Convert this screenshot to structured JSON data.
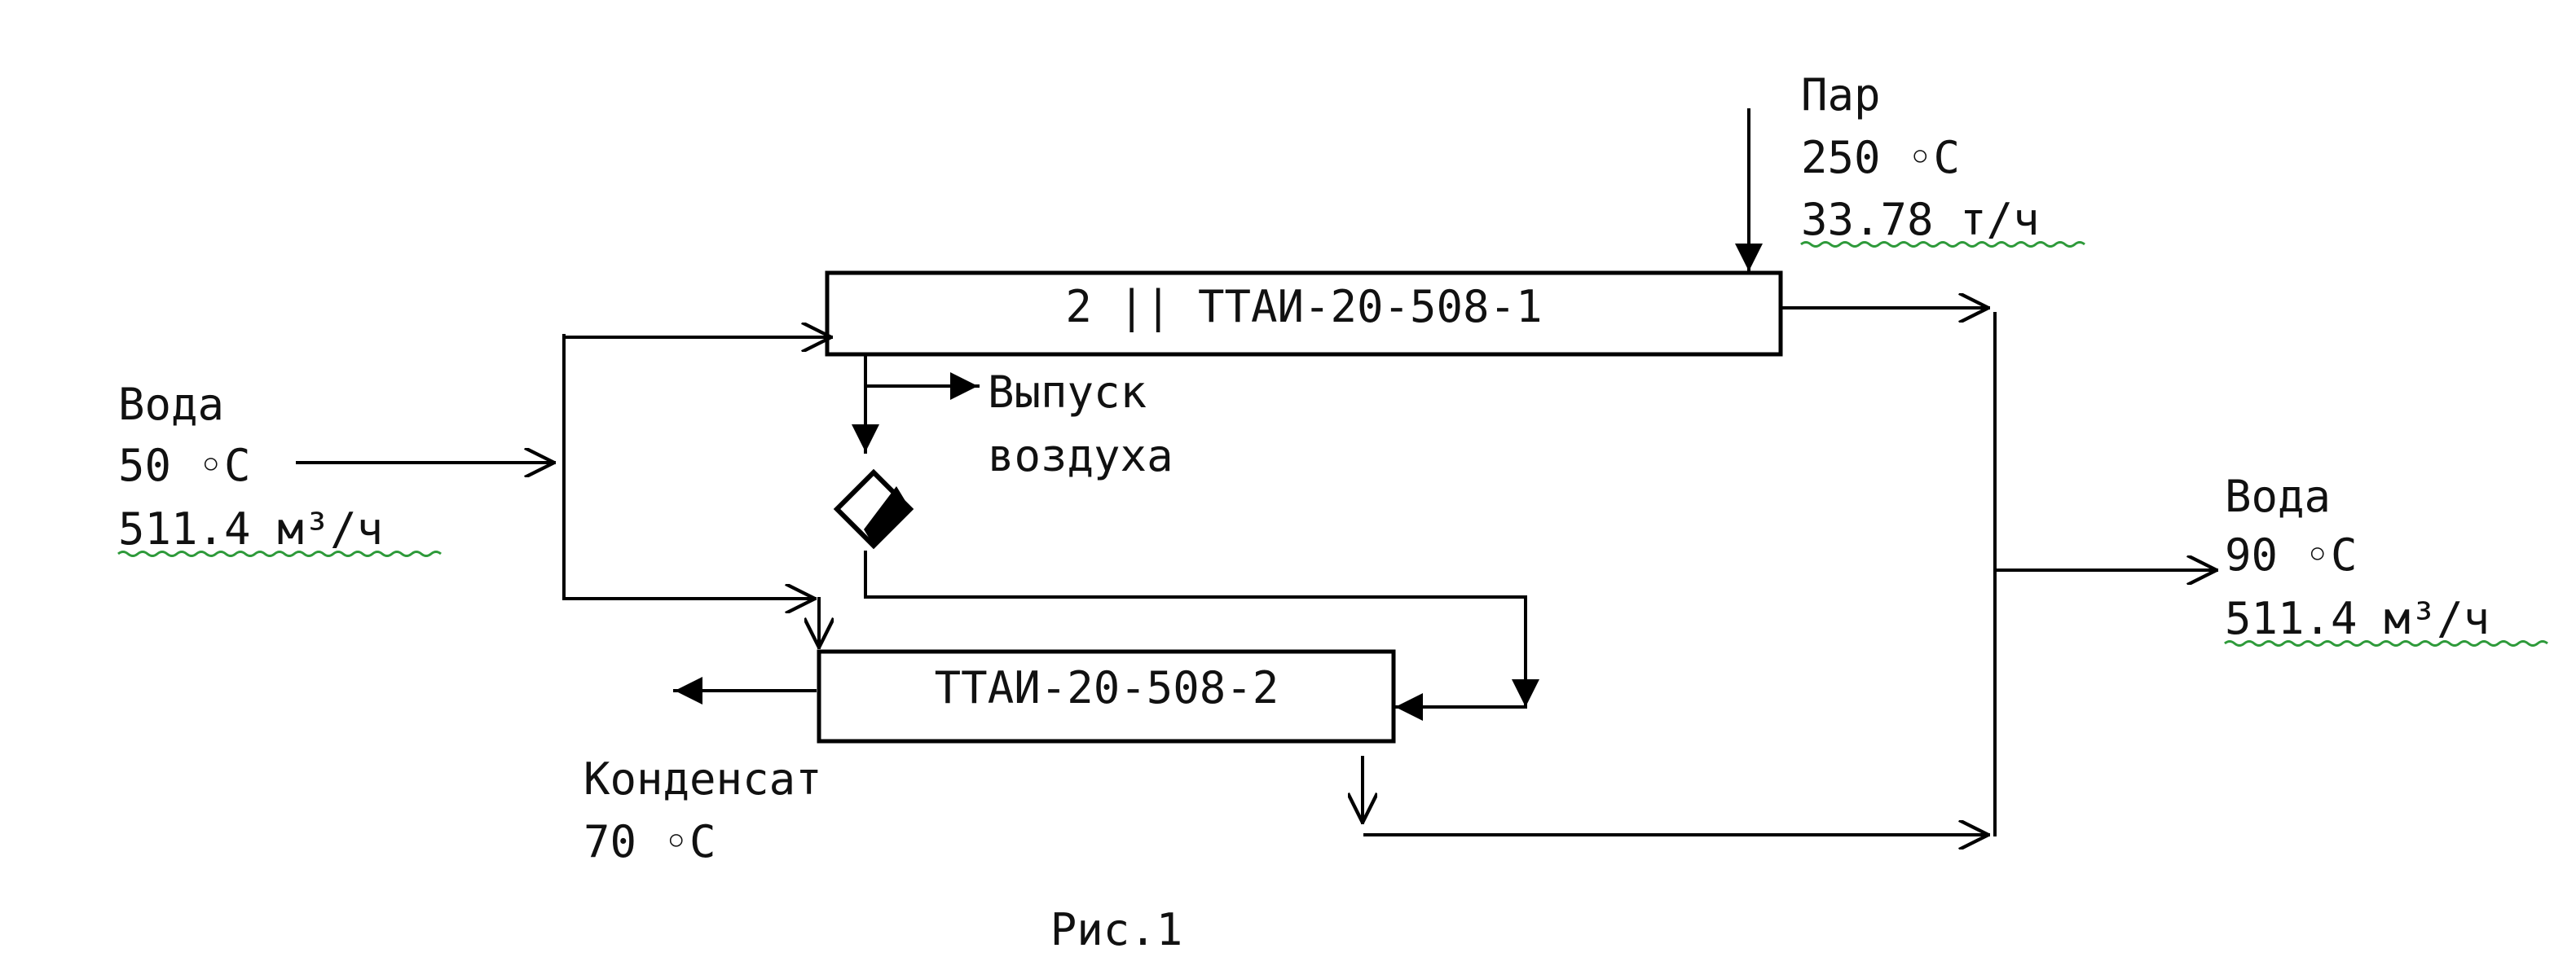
{
  "units": {
    "hx1": "2 || ТТАИ-20-508-1",
    "hx2": "ТТАИ-20-508-2"
  },
  "steam": {
    "name": "Пар",
    "temp": "250 ◦С",
    "flow": "33.78 т/ч"
  },
  "water_in": {
    "name": "Вода",
    "temp": "50 ◦С",
    "flow": "511.4 м³/ч"
  },
  "water_out": {
    "name": "Вода",
    "temp": "90 ◦С",
    "flow": "511.4 м³/ч"
  },
  "air_release": {
    "line1": "Выпуск",
    "line2": "воздуха"
  },
  "condensate": {
    "name": "Конденсат",
    "temp": "70 ◦С"
  },
  "caption": "Рис.1"
}
